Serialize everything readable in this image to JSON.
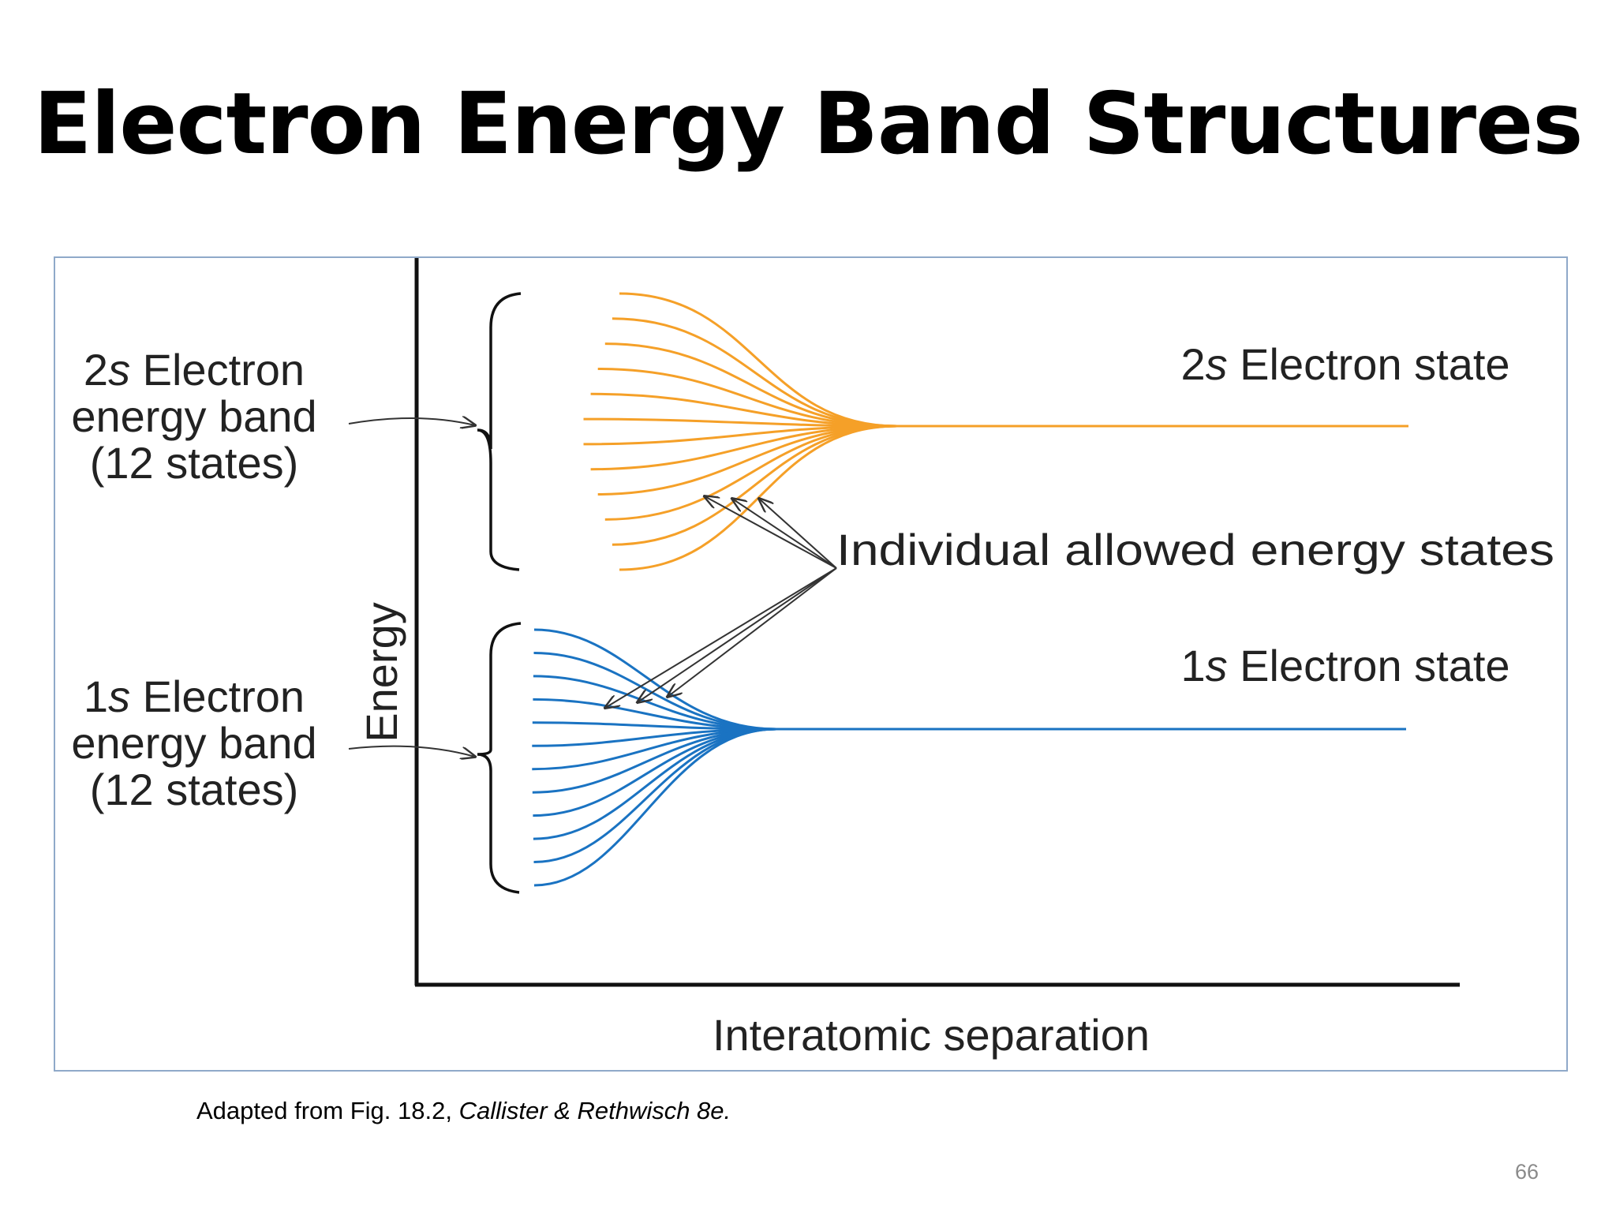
{
  "slide": {
    "title": "Electron Energy Band Structures",
    "page_number": "66"
  },
  "caption": {
    "prefix": "Adapted from Fig. 18.2, ",
    "reference": "Callister & Rethwisch 8e."
  },
  "diagram": {
    "y_axis_label": "Energy",
    "x_axis_label": "Interatomic separation",
    "band_2s": {
      "orbital": "2",
      "orbital_letter": "s",
      "left_label_line1": " Electron",
      "left_label_line2": "energy band",
      "left_label_line3": "(12 states)",
      "state_label": " Electron state",
      "state_count": 12,
      "color": "#f5a028"
    },
    "band_1s": {
      "orbital": "1",
      "orbital_letter": "s",
      "left_label_line1": " Electron",
      "left_label_line2": "energy band",
      "left_label_line3": "(12 states)",
      "state_label": " Electron state",
      "state_count": 12,
      "color": "#1a73c2"
    },
    "pointer_label": "Individual allowed energy states"
  }
}
